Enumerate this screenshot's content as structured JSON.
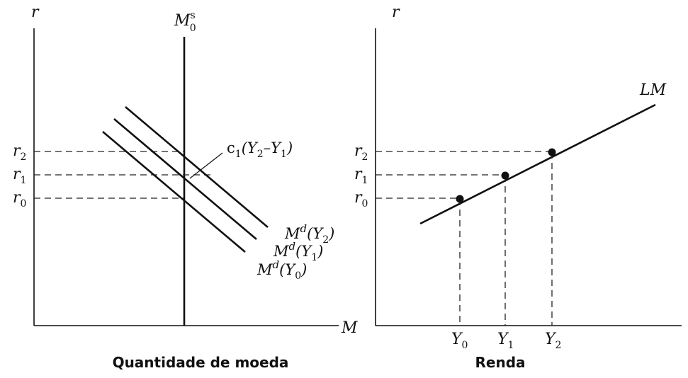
{
  "left_panel": {
    "y_axis_label": "r",
    "x_axis_label": "M",
    "supply_label": {
      "base": "M",
      "sup": "s",
      "sub": "0"
    },
    "rate_labels": [
      {
        "base": "r",
        "sub": "2"
      },
      {
        "base": "r",
        "sub": "1"
      },
      {
        "base": "r",
        "sub": "0"
      }
    ],
    "annotation": {
      "c": "c",
      "c_sub": "1",
      "open": "(Y",
      "s1": "2",
      "minus": "–Y",
      "s2": "1",
      "close": ")"
    },
    "demand_labels": [
      {
        "base": "M",
        "sup": "d",
        "open": "(Y",
        "sub": "2",
        "close": ")"
      },
      {
        "base": "M",
        "sup": "d",
        "open": "(Y",
        "sub": "1",
        "close": ")"
      },
      {
        "base": "M",
        "sup": "d",
        "open": "(Y",
        "sub": "0",
        "close": ")"
      }
    ],
    "caption": "Quantidade de moeda"
  },
  "right_panel": {
    "y_axis_label": "r",
    "curve_label": "LM",
    "rate_labels": [
      {
        "base": "r",
        "sub": "2"
      },
      {
        "base": "r",
        "sub": "1"
      },
      {
        "base": "r",
        "sub": "0"
      }
    ],
    "income_labels": [
      {
        "base": "Y",
        "sub": "0"
      },
      {
        "base": "Y",
        "sub": "1"
      },
      {
        "base": "Y",
        "sub": "2"
      }
    ],
    "caption": "Renda"
  },
  "colors": {
    "ink": "#111111",
    "background": "#ffffff"
  }
}
